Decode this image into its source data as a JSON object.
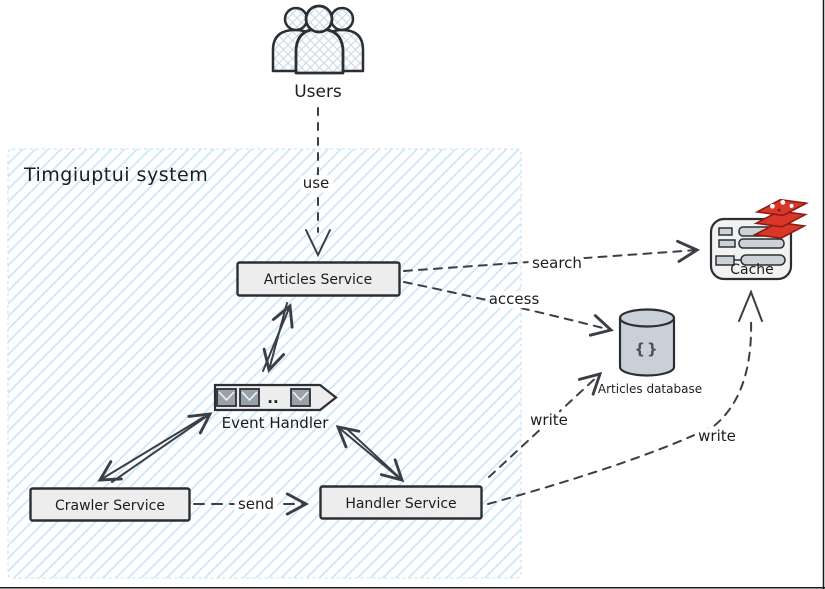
{
  "system": {
    "title": "Timgiuptui system"
  },
  "nodes": {
    "users": {
      "label": "Users"
    },
    "articles_service": {
      "label": "Articles Service"
    },
    "event_handler": {
      "label": "Event Handler",
      "ellipsis": ".."
    },
    "crawler_service": {
      "label": "Crawler Service"
    },
    "handler_service": {
      "label": "Handler Service"
    },
    "articles_database": {
      "label": "Articles database",
      "glyph": "{}"
    },
    "cache": {
      "label": "Cache"
    }
  },
  "edges": [
    {
      "id": "use",
      "label": "use",
      "from": "Users",
      "to": "Articles Service",
      "style": "dashed"
    },
    {
      "id": "search",
      "label": "search",
      "from": "Articles Service",
      "to": "Cache",
      "style": "dashed"
    },
    {
      "id": "access",
      "label": "access",
      "from": "Articles Service",
      "to": "Articles database",
      "style": "dashed"
    },
    {
      "id": "send",
      "label": "send",
      "from": "Crawler Service",
      "to": "Handler Service",
      "style": "dashed"
    },
    {
      "id": "write-database",
      "label": "write",
      "from": "Handler Service",
      "to": "Articles database",
      "style": "dashed"
    },
    {
      "id": "write-cache",
      "label": "write",
      "from": "Handler Service",
      "to": "Cache",
      "style": "dashed"
    },
    {
      "id": "articles-event",
      "label": "",
      "from": "Articles Service",
      "to": "Event Handler",
      "style": "solid",
      "bidirectional": true
    },
    {
      "id": "event-crawler",
      "label": "",
      "from": "Event Handler",
      "to": "Crawler Service",
      "style": "solid",
      "bidirectional": true
    },
    {
      "id": "event-handler-service",
      "label": "",
      "from": "Event Handler",
      "to": "Handler Service",
      "style": "solid",
      "bidirectional": true
    }
  ],
  "colors": {
    "hatch_line": "#c7e5f9",
    "box_fill": "#ededed",
    "db_fill": "#c9d0d8",
    "cache_fill": "#f2f2f2",
    "envelope_fill": "#99a1aa",
    "redis_red": "#d8372a",
    "ink": "#2b2f33",
    "edge": "#3a3f45"
  }
}
